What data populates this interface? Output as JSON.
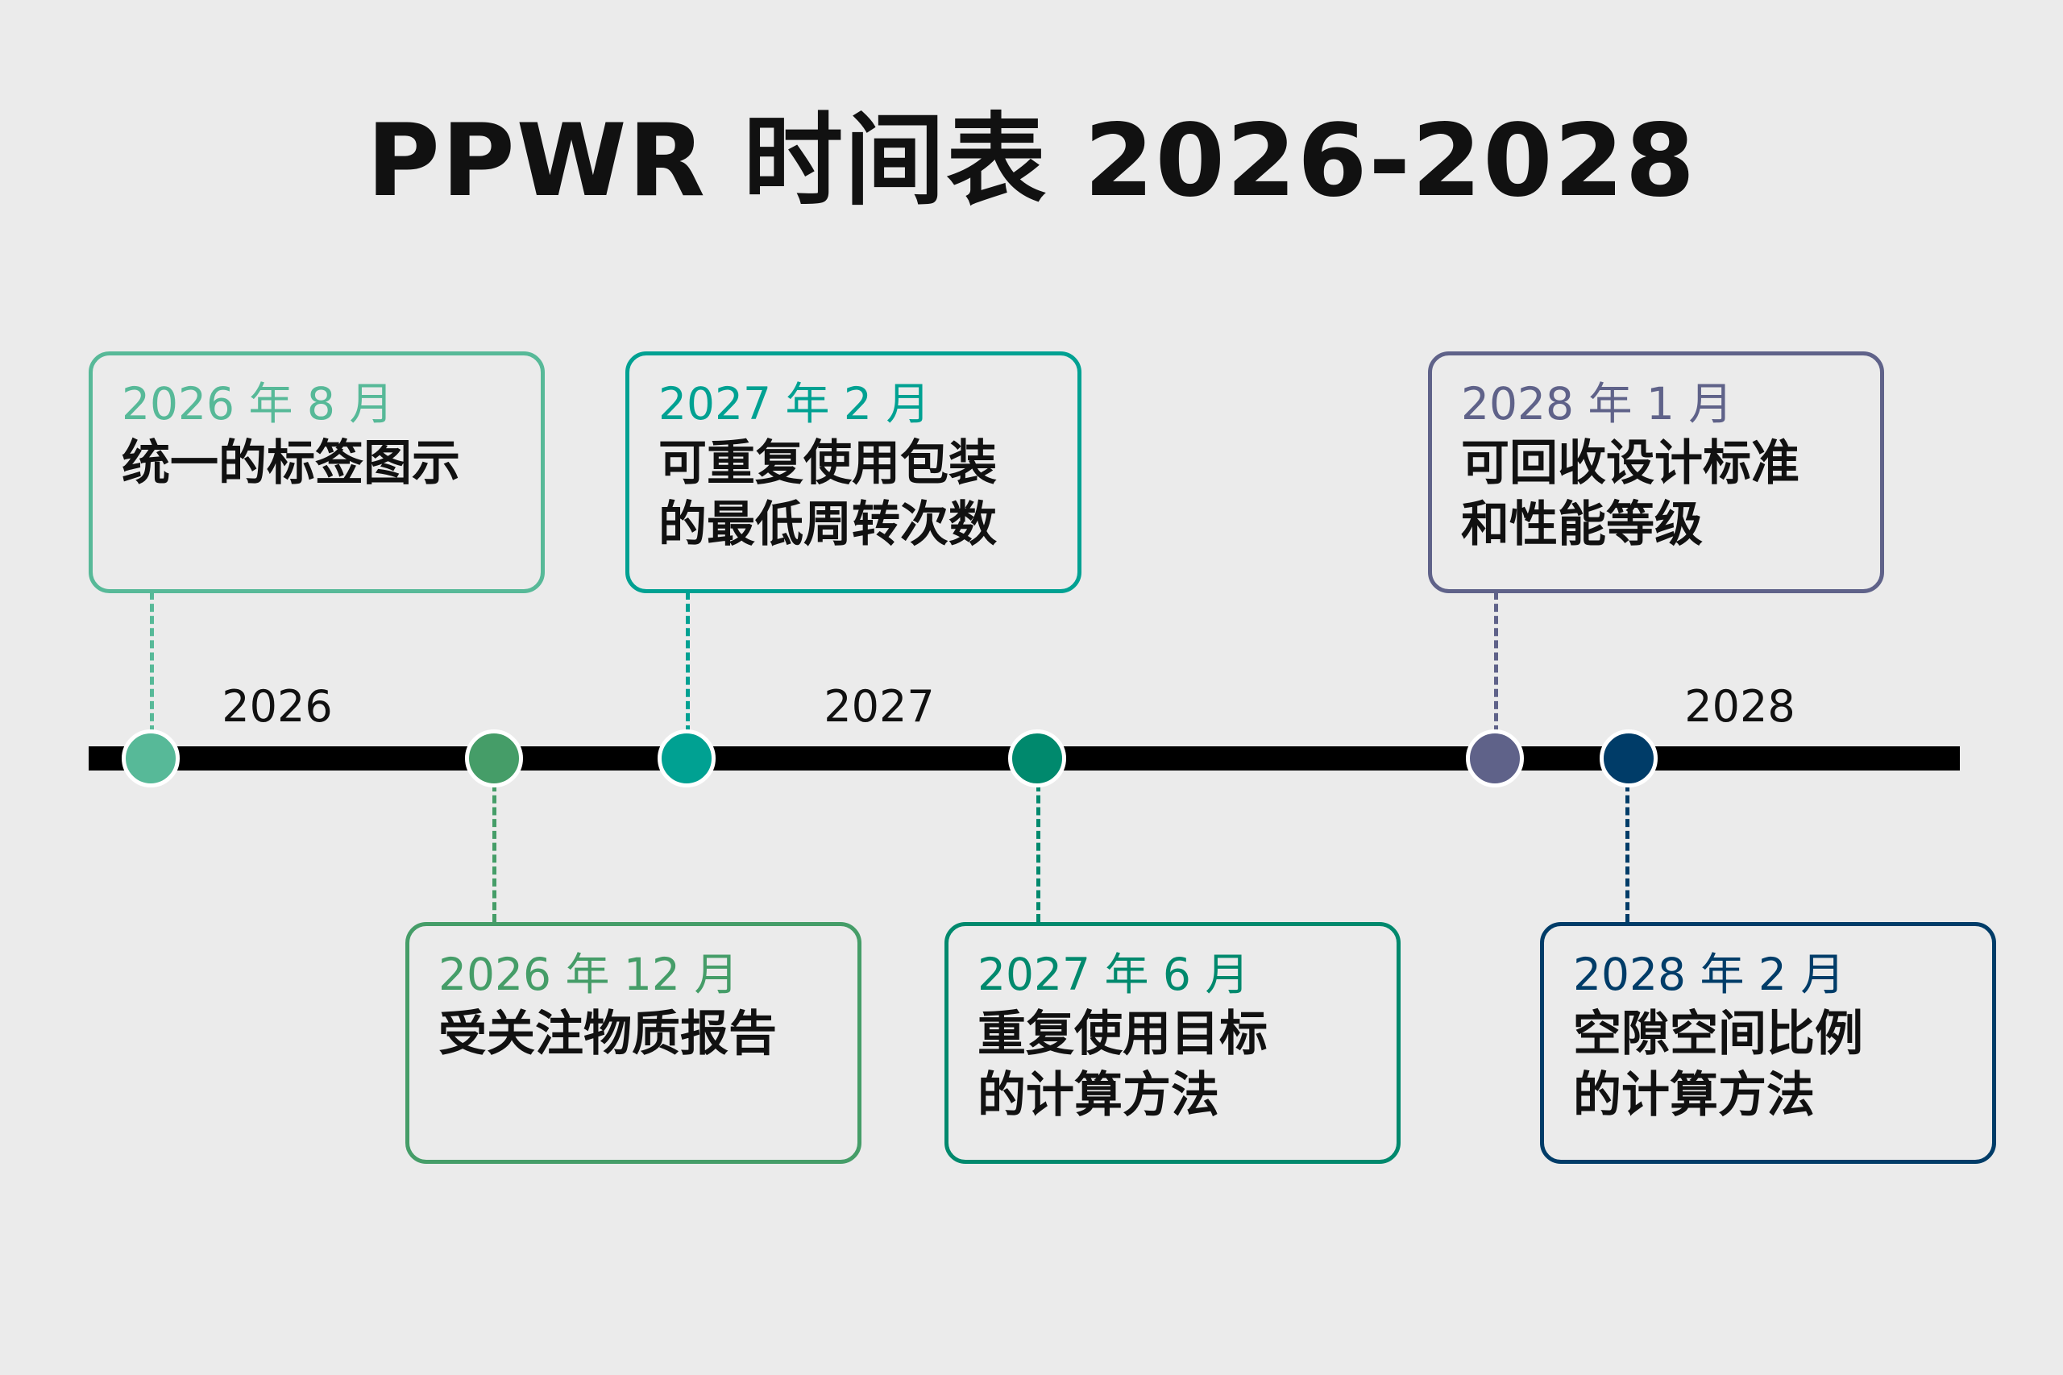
{
  "title": "PPWR 时间表 2026-2028",
  "years": [
    "2026",
    "2027",
    "2028"
  ],
  "events": [
    {
      "date": "2026 年 8 月",
      "description": "统一的标签图示",
      "color": "#57b998"
    },
    {
      "date": "2026 年 12 月",
      "description": "受关注物质报告",
      "color": "#459d68"
    },
    {
      "date": "2027 年 2 月",
      "description": "可重复使用包装\n的最低周转次数",
      "color": "#00a192"
    },
    {
      "date": "2027 年 6 月",
      "description": "重复使用目标\n的计算方法",
      "color": "#00896d"
    },
    {
      "date": "2028 年 1 月",
      "description": "可回收设计标准\n和性能等级",
      "color": "#5f6289"
    },
    {
      "date": "2028 年 2 月",
      "description": "空隙空间比例\n的计算方法",
      "color": "#003c68"
    }
  ]
}
